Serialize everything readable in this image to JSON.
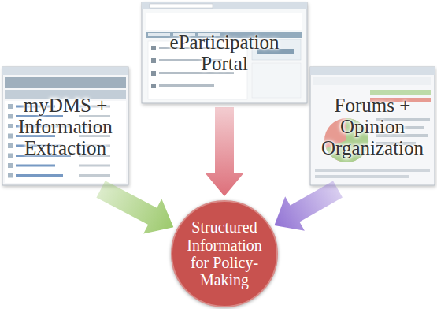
{
  "diagram": {
    "nodes": [
      {
        "text": [
          "eParticipation Portal"
        ]
      },
      {
        "text": [
          "myDMS + Information Extraction"
        ]
      },
      {
        "text": [
          "Forums + Opinion Organization"
        ]
      },
      {
        "text": [
          "Structured Information for Policy-Making"
        ]
      }
    ],
    "edges": [
      {
        "from": 0,
        "to": 3,
        "arrow": "to"
      },
      {
        "from": 1,
        "to": 3,
        "arrow": "to"
      },
      {
        "from": 2,
        "to": 3,
        "arrow": "to"
      }
    ]
  }
}
